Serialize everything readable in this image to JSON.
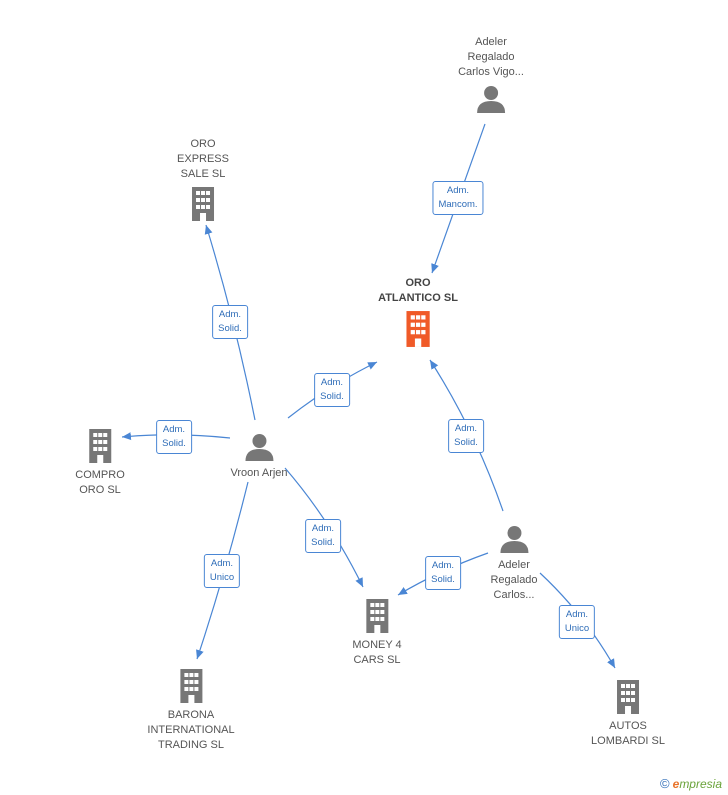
{
  "colors": {
    "edge": "#4a86d4",
    "company": "#777777",
    "main_company": "#f05a28",
    "person": "#777777"
  },
  "nodes": {
    "oro_atlantico": {
      "label": "ORO\nATLANTICO SL",
      "type": "company",
      "main": true
    },
    "adeler_top": {
      "label": "Adeler\nRegalado\nCarlos Vigo...",
      "type": "person"
    },
    "oro_express": {
      "label": "ORO\nEXPRESS\nSALE SL",
      "type": "company"
    },
    "vroon": {
      "label": "Vroon Arjen",
      "type": "person"
    },
    "compro": {
      "label": "COMPRO\nORO SL",
      "type": "company"
    },
    "adeler_mid": {
      "label": "Adeler\nRegalado\nCarlos...",
      "type": "person"
    },
    "money4": {
      "label": "MONEY 4\nCARS SL",
      "type": "company"
    },
    "barona": {
      "label": "BARONA\nINTERNATIONAL\nTRADING SL",
      "type": "company"
    },
    "autos": {
      "label": "AUTOS\nLOMBARDI SL",
      "type": "company"
    }
  },
  "edges": [
    {
      "from": "adeler_top",
      "to": "oro_atlantico",
      "label": "Adm.\nMancom."
    },
    {
      "from": "vroon",
      "to": "oro_express",
      "label": "Adm.\nSolid."
    },
    {
      "from": "vroon",
      "to": "oro_atlantico",
      "label": "Adm.\nSolid."
    },
    {
      "from": "vroon",
      "to": "compro",
      "label": "Adm.\nSolid."
    },
    {
      "from": "vroon",
      "to": "money4",
      "label": "Adm.\nSolid."
    },
    {
      "from": "vroon",
      "to": "barona",
      "label": "Adm.\nUnico"
    },
    {
      "from": "adeler_mid",
      "to": "oro_atlantico",
      "label": "Adm.\nSolid."
    },
    {
      "from": "adeler_mid",
      "to": "money4",
      "label": "Adm.\nSolid."
    },
    {
      "from": "adeler_mid",
      "to": "autos",
      "label": "Adm.\nUnico"
    }
  ],
  "footer": {
    "copyright": "©",
    "brand_e": "e",
    "brand_rest": "mpresia"
  }
}
